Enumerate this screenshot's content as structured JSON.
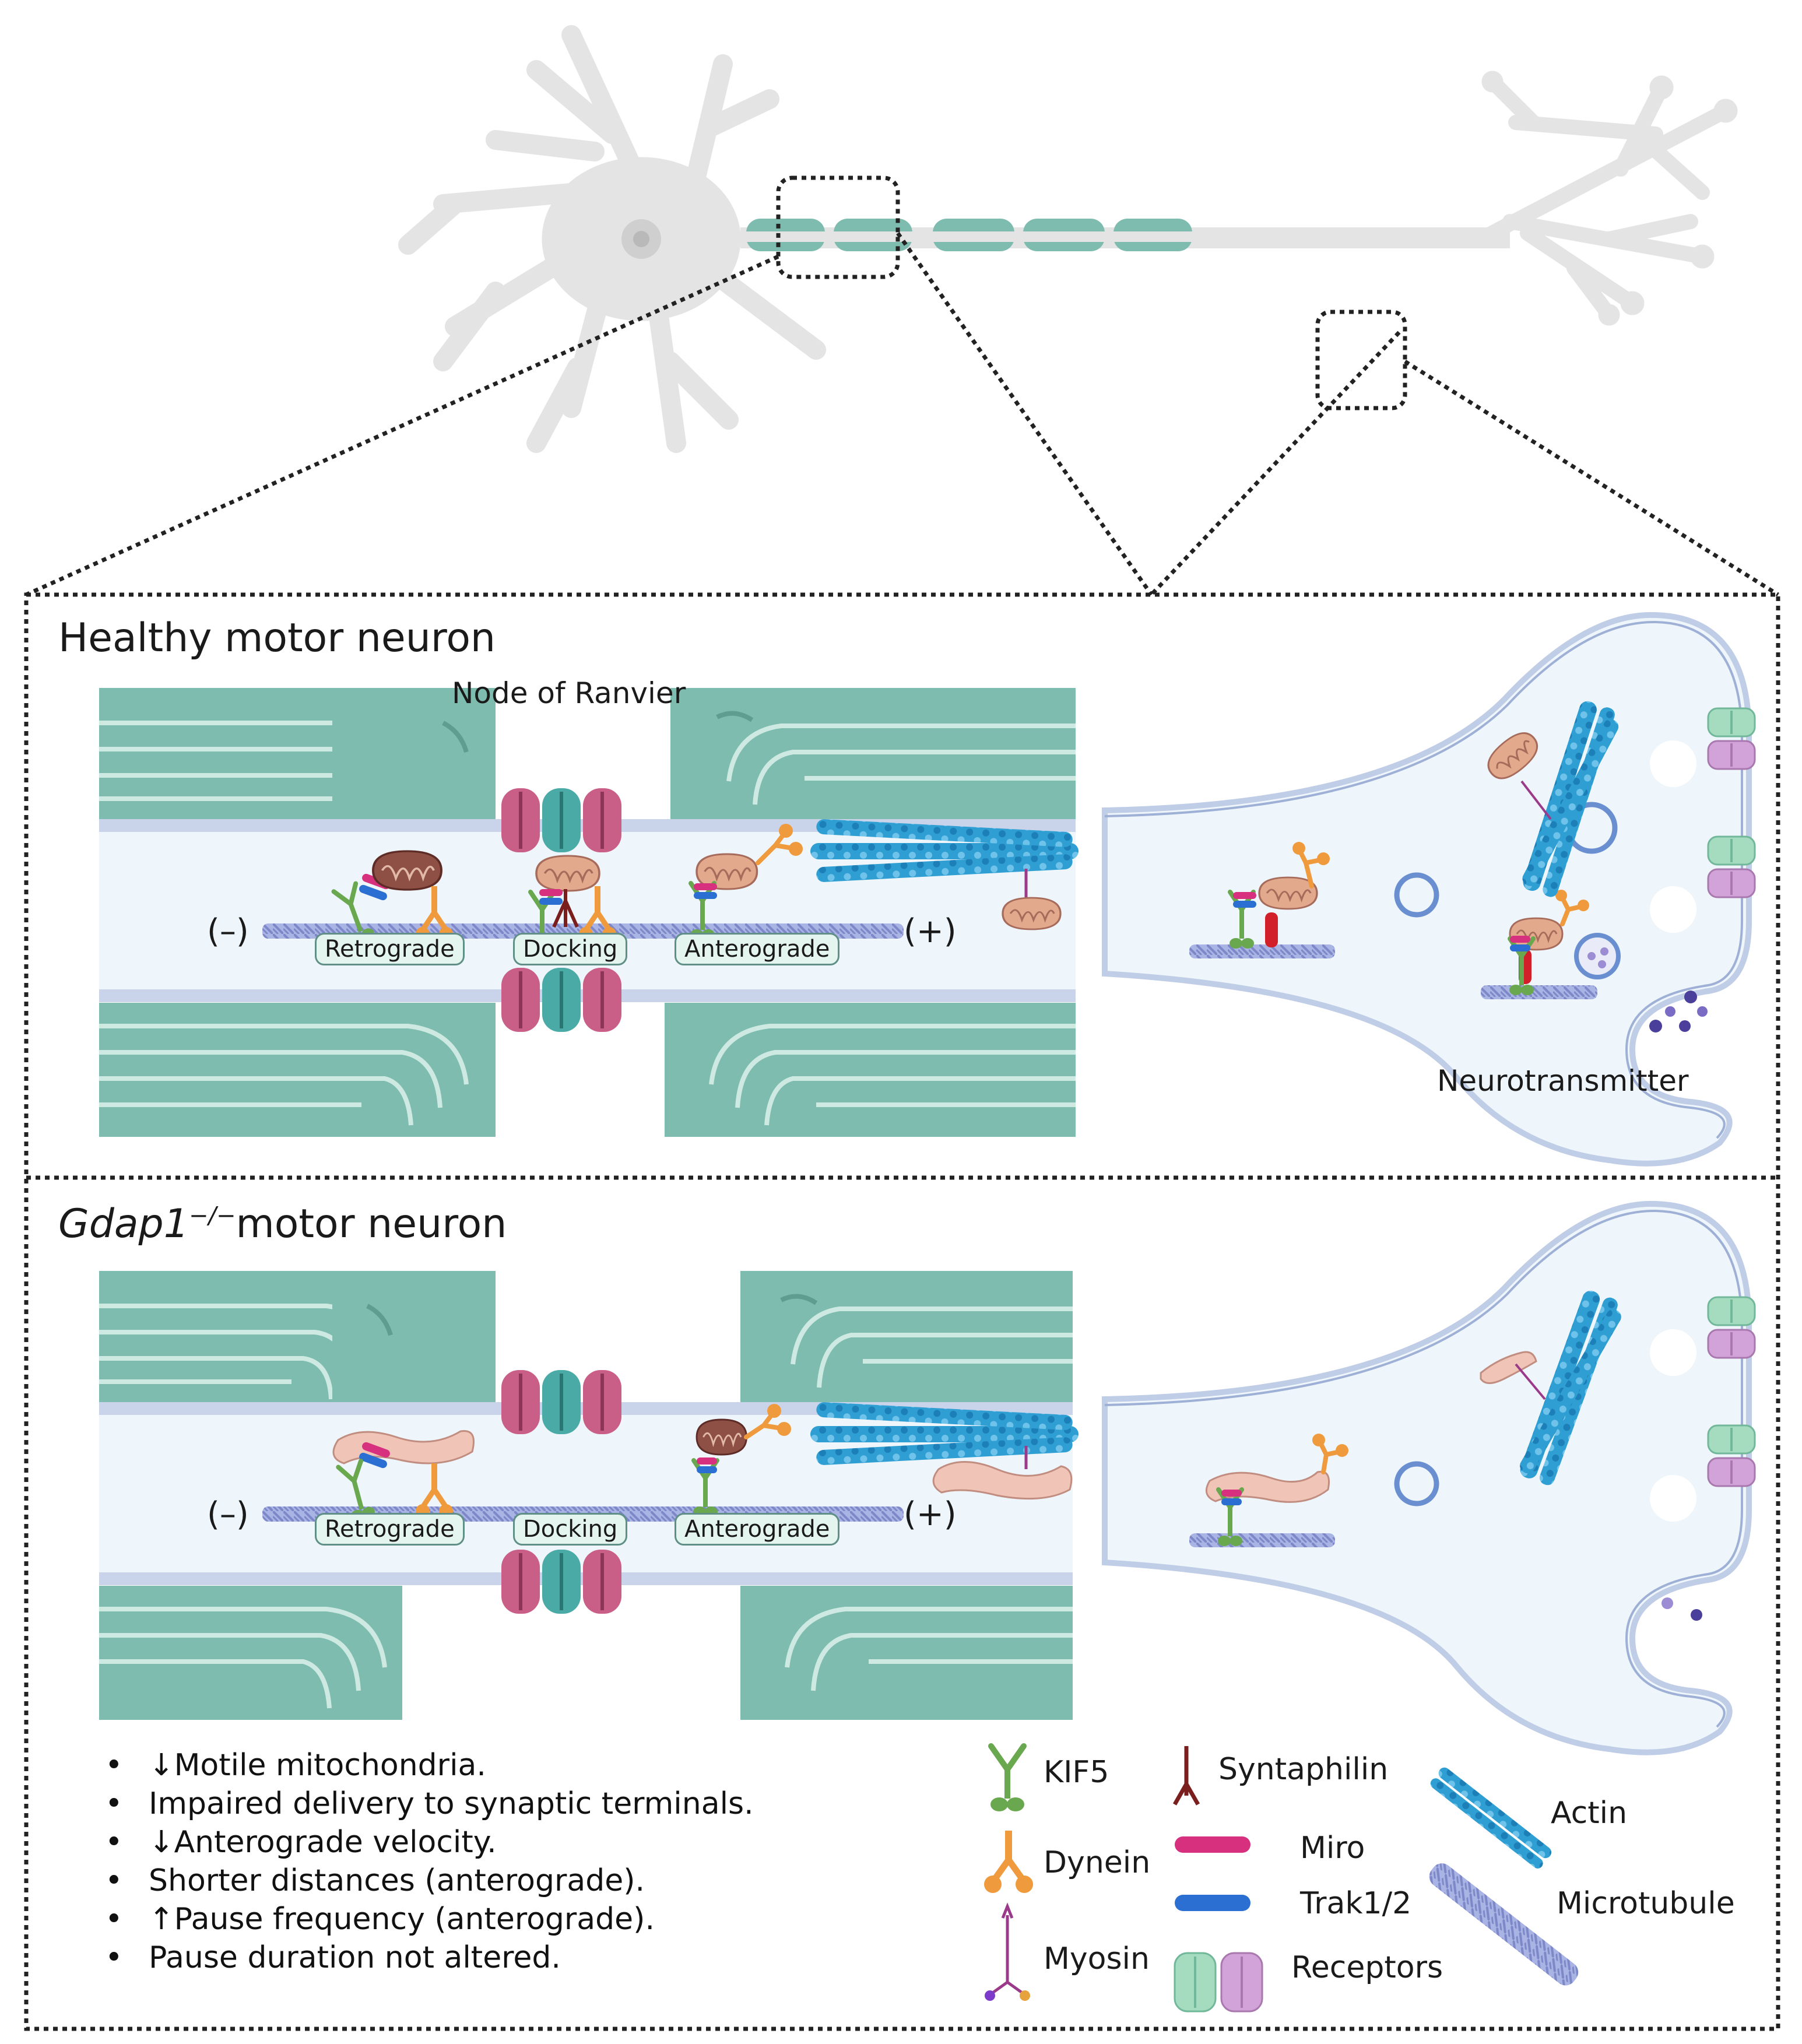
{
  "panels": {
    "healthy": {
      "title": "Healthy motor neuron"
    },
    "mutant": {
      "title_gene": "Gdap1",
      "title_sup": "−/−",
      "title_rest": "motor neuron"
    }
  },
  "labels": {
    "node": "Node of Ranvier",
    "neurotransmitter": "Neurotransmitter",
    "minus": "(–)",
    "plus": "(+)",
    "retrograde": "Retrograde",
    "docking": "Docking",
    "anterograde": "Anterograde"
  },
  "findings": [
    "↓Motile mitochondria.",
    " Impaired delivery to synaptic terminals.",
    "↓Anterograde  velocity.",
    "Shorter distances (anterograde).",
    "↑Pause frequency  (anterograde).",
    "Pause duration not altered."
  ],
  "legend": {
    "kif5": "KIF5",
    "dynein": "Dynein",
    "myosin": "Myosin",
    "syntaphilin": "Syntaphilin",
    "miro": "Miro",
    "trak": "Trak1/2",
    "receptors": "Receptors",
    "actin": "Actin",
    "microtubule": "Microtubule"
  },
  "colors": {
    "myelin": "#7dbcaf",
    "myelin_line": "#cde9e1",
    "axon_membrane": "#c9d3ea",
    "axoplasm": "#eef6fb",
    "microtubule": "#9aa6dc",
    "kif5": "#6aa84f",
    "dynein": "#f09a3e",
    "myosin": "#9b3a8a",
    "syntaphilin": "#7a1e1e",
    "miro": "#d6307f",
    "trak": "#2a6fd1",
    "actin": "#2a98cc",
    "mito": "#e2a98c",
    "mito_dark": "#a66b5a",
    "channel_pink": "#c95e86",
    "channel_teal": "#4aaaa6",
    "receptor_green": "#a5dcc0",
    "receptor_purple": "#d2a3d8",
    "neuron_gray": "#e4e4e4"
  }
}
